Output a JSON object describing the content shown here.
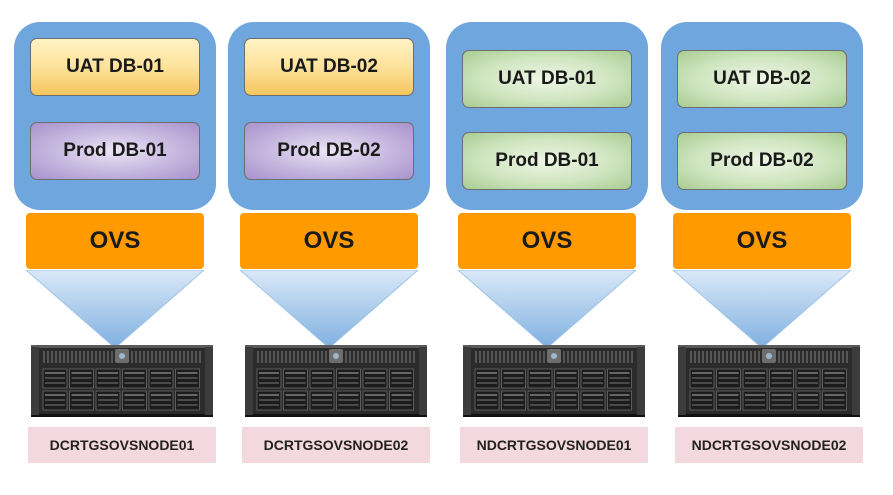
{
  "nodes": [
    {
      "vm1": "UAT DB-01",
      "vm2": "Prod DB-01",
      "switch": "OVS",
      "hostname": "DCRTGSOVSNODE01"
    },
    {
      "vm1": "UAT DB-02",
      "vm2": "Prod DB-02",
      "switch": "OVS",
      "hostname": "DCRTGSOVSNODE02"
    },
    {
      "vm1": "UAT DB-01",
      "vm2": "Prod DB-01",
      "switch": "OVS",
      "hostname": "NDCRTGSOVSNODE01"
    },
    {
      "vm1": "UAT DB-02",
      "vm2": "Prod DB-02",
      "switch": "OVS",
      "hostname": "NDCRTGSOVSNODE02"
    }
  ],
  "colors": {
    "host_bg": "#6fa6dd",
    "ovs_bg": "#ff9a00",
    "label_bg": "#f3d9df",
    "uat_dc": "#fde29b",
    "prod_dc": "#c5b5de",
    "vm_dr": "#cfe5bf"
  }
}
